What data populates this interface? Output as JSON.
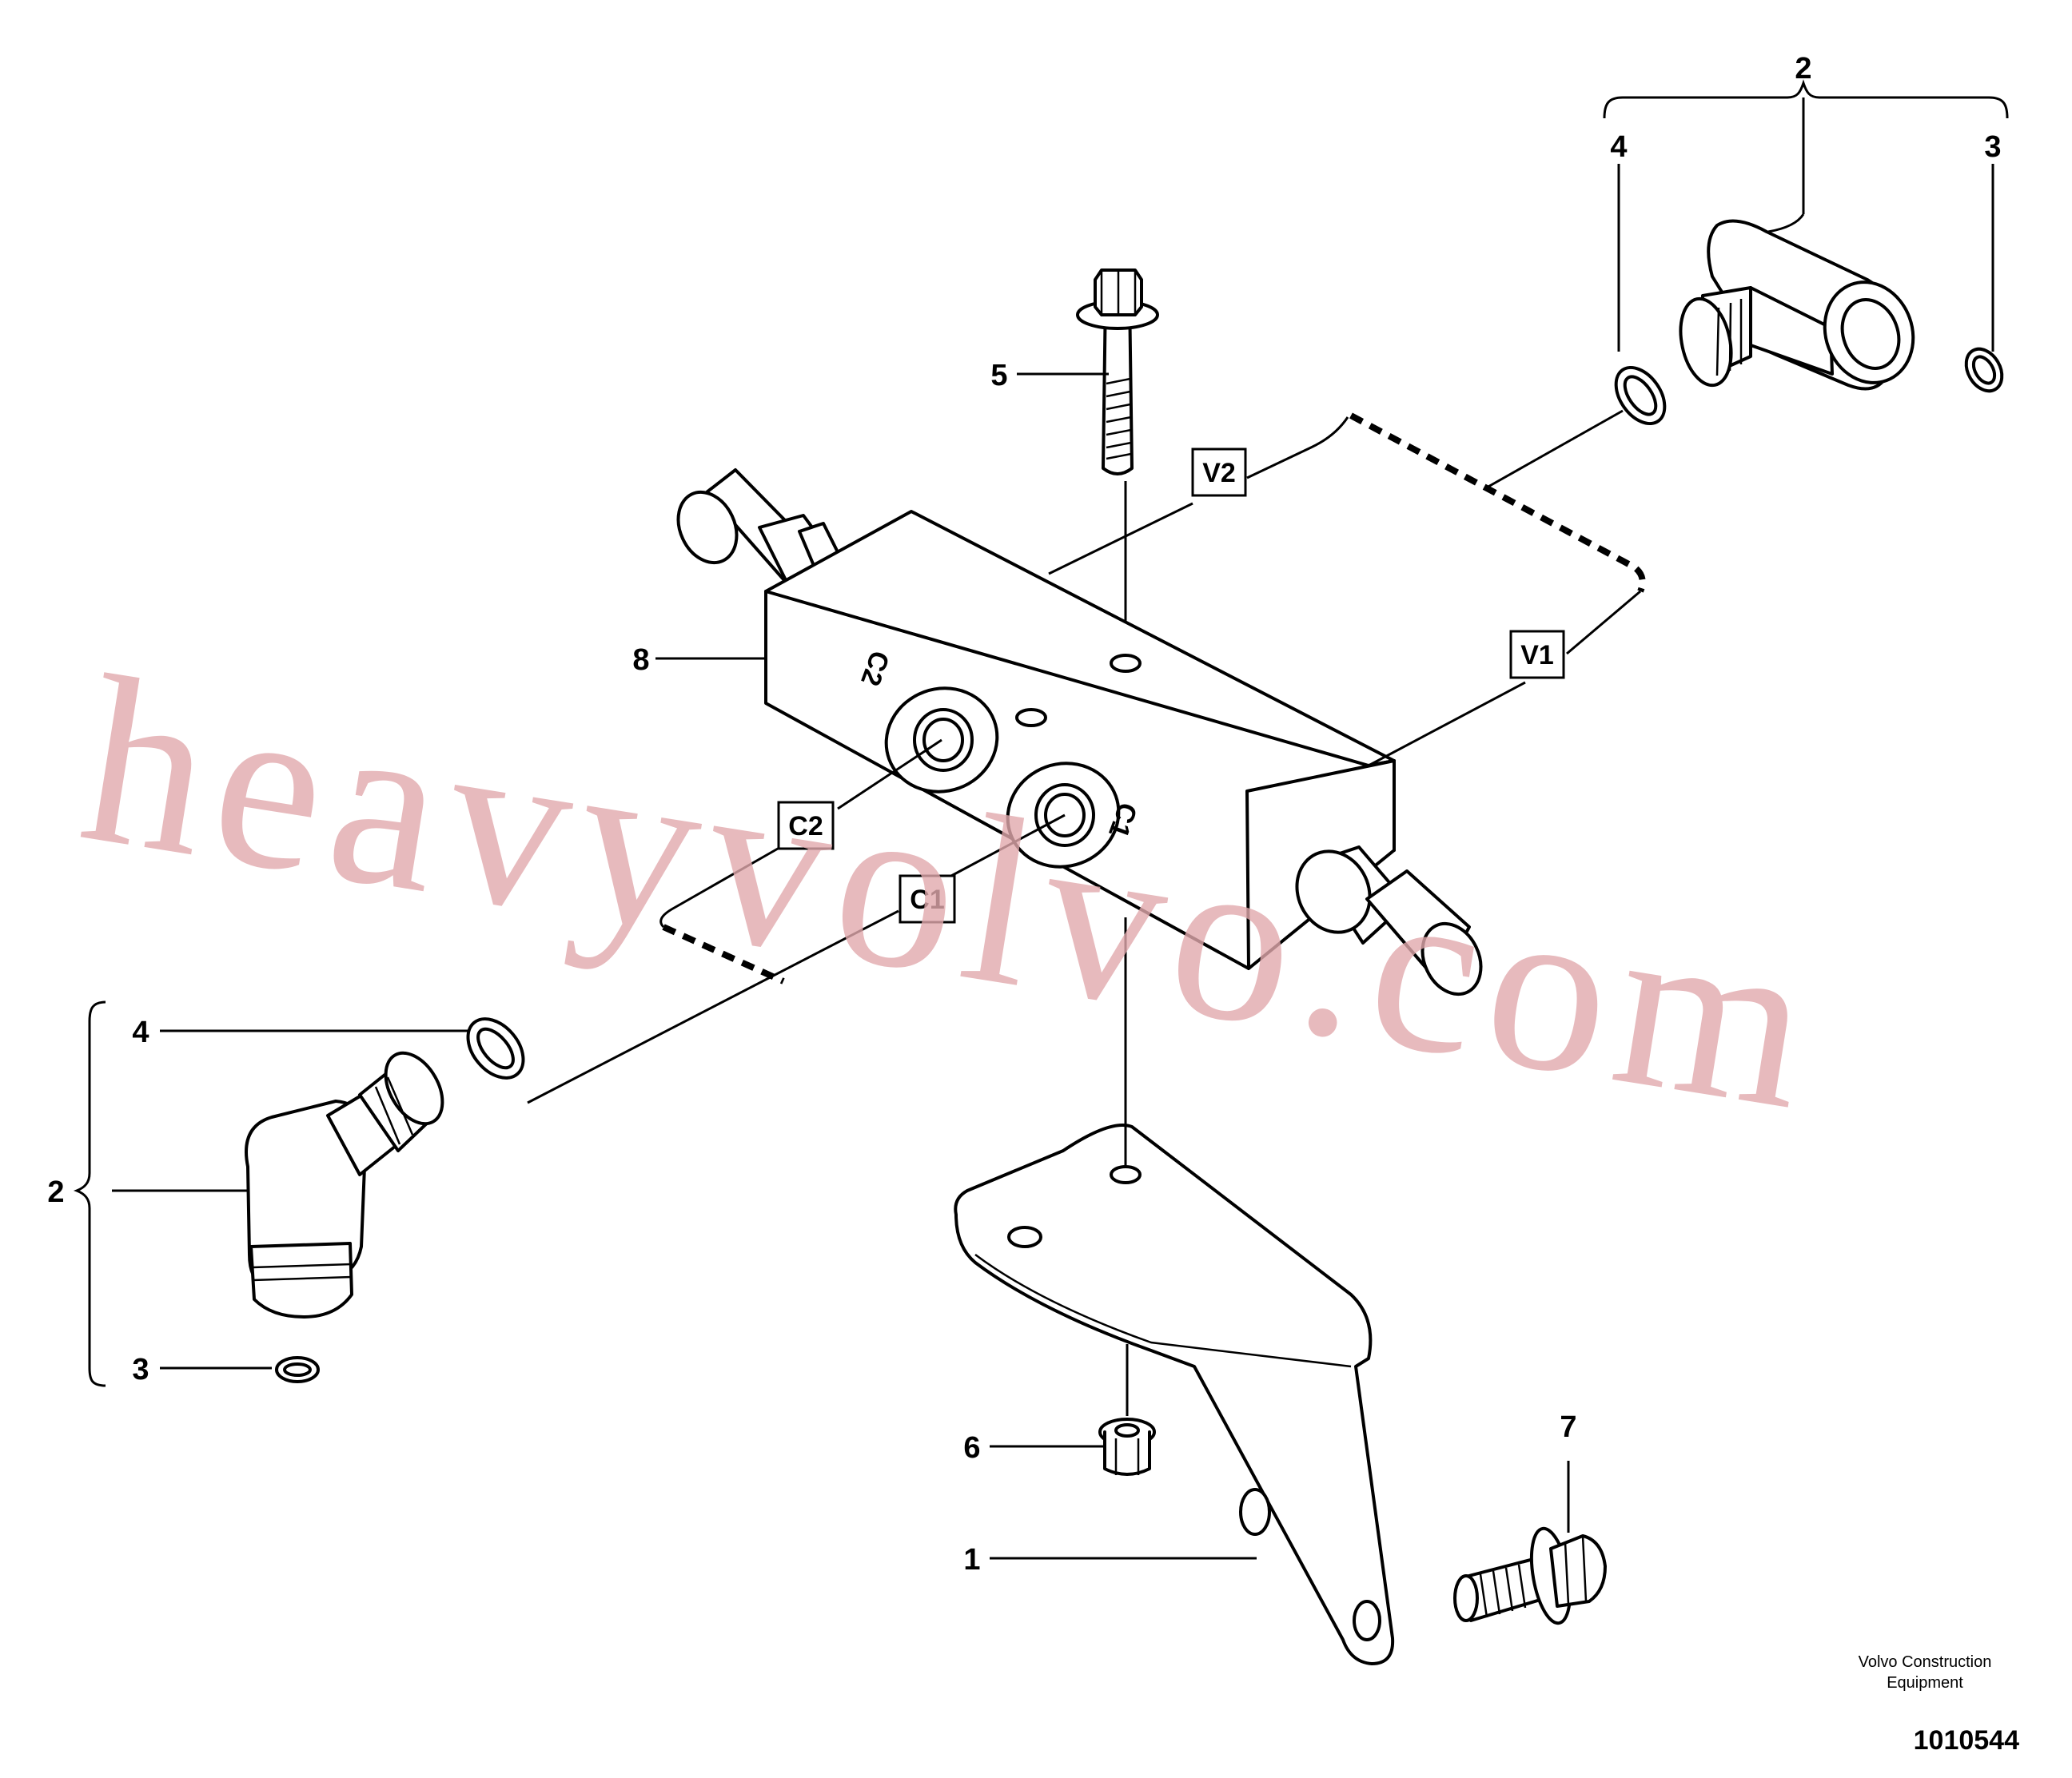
{
  "diagram": {
    "callouts": {
      "c2_top": "2",
      "c4_top": "4",
      "c3_top": "3",
      "c5": "5",
      "c8": "8",
      "c4_left": "4",
      "c2_left": "2",
      "c3_left": "3",
      "c6": "6",
      "c1": "1",
      "c7": "7"
    },
    "ports": {
      "v2": "V2",
      "v1": "V1",
      "c2": "C2",
      "c1": "C1"
    },
    "valve_markings": {
      "left": "C2",
      "right": "C1"
    }
  },
  "watermark": "heavyvolvo.com",
  "footer": {
    "brand_line1": "Volvo Construction",
    "brand_line2": "Equipment",
    "figure_number": "1010544"
  }
}
